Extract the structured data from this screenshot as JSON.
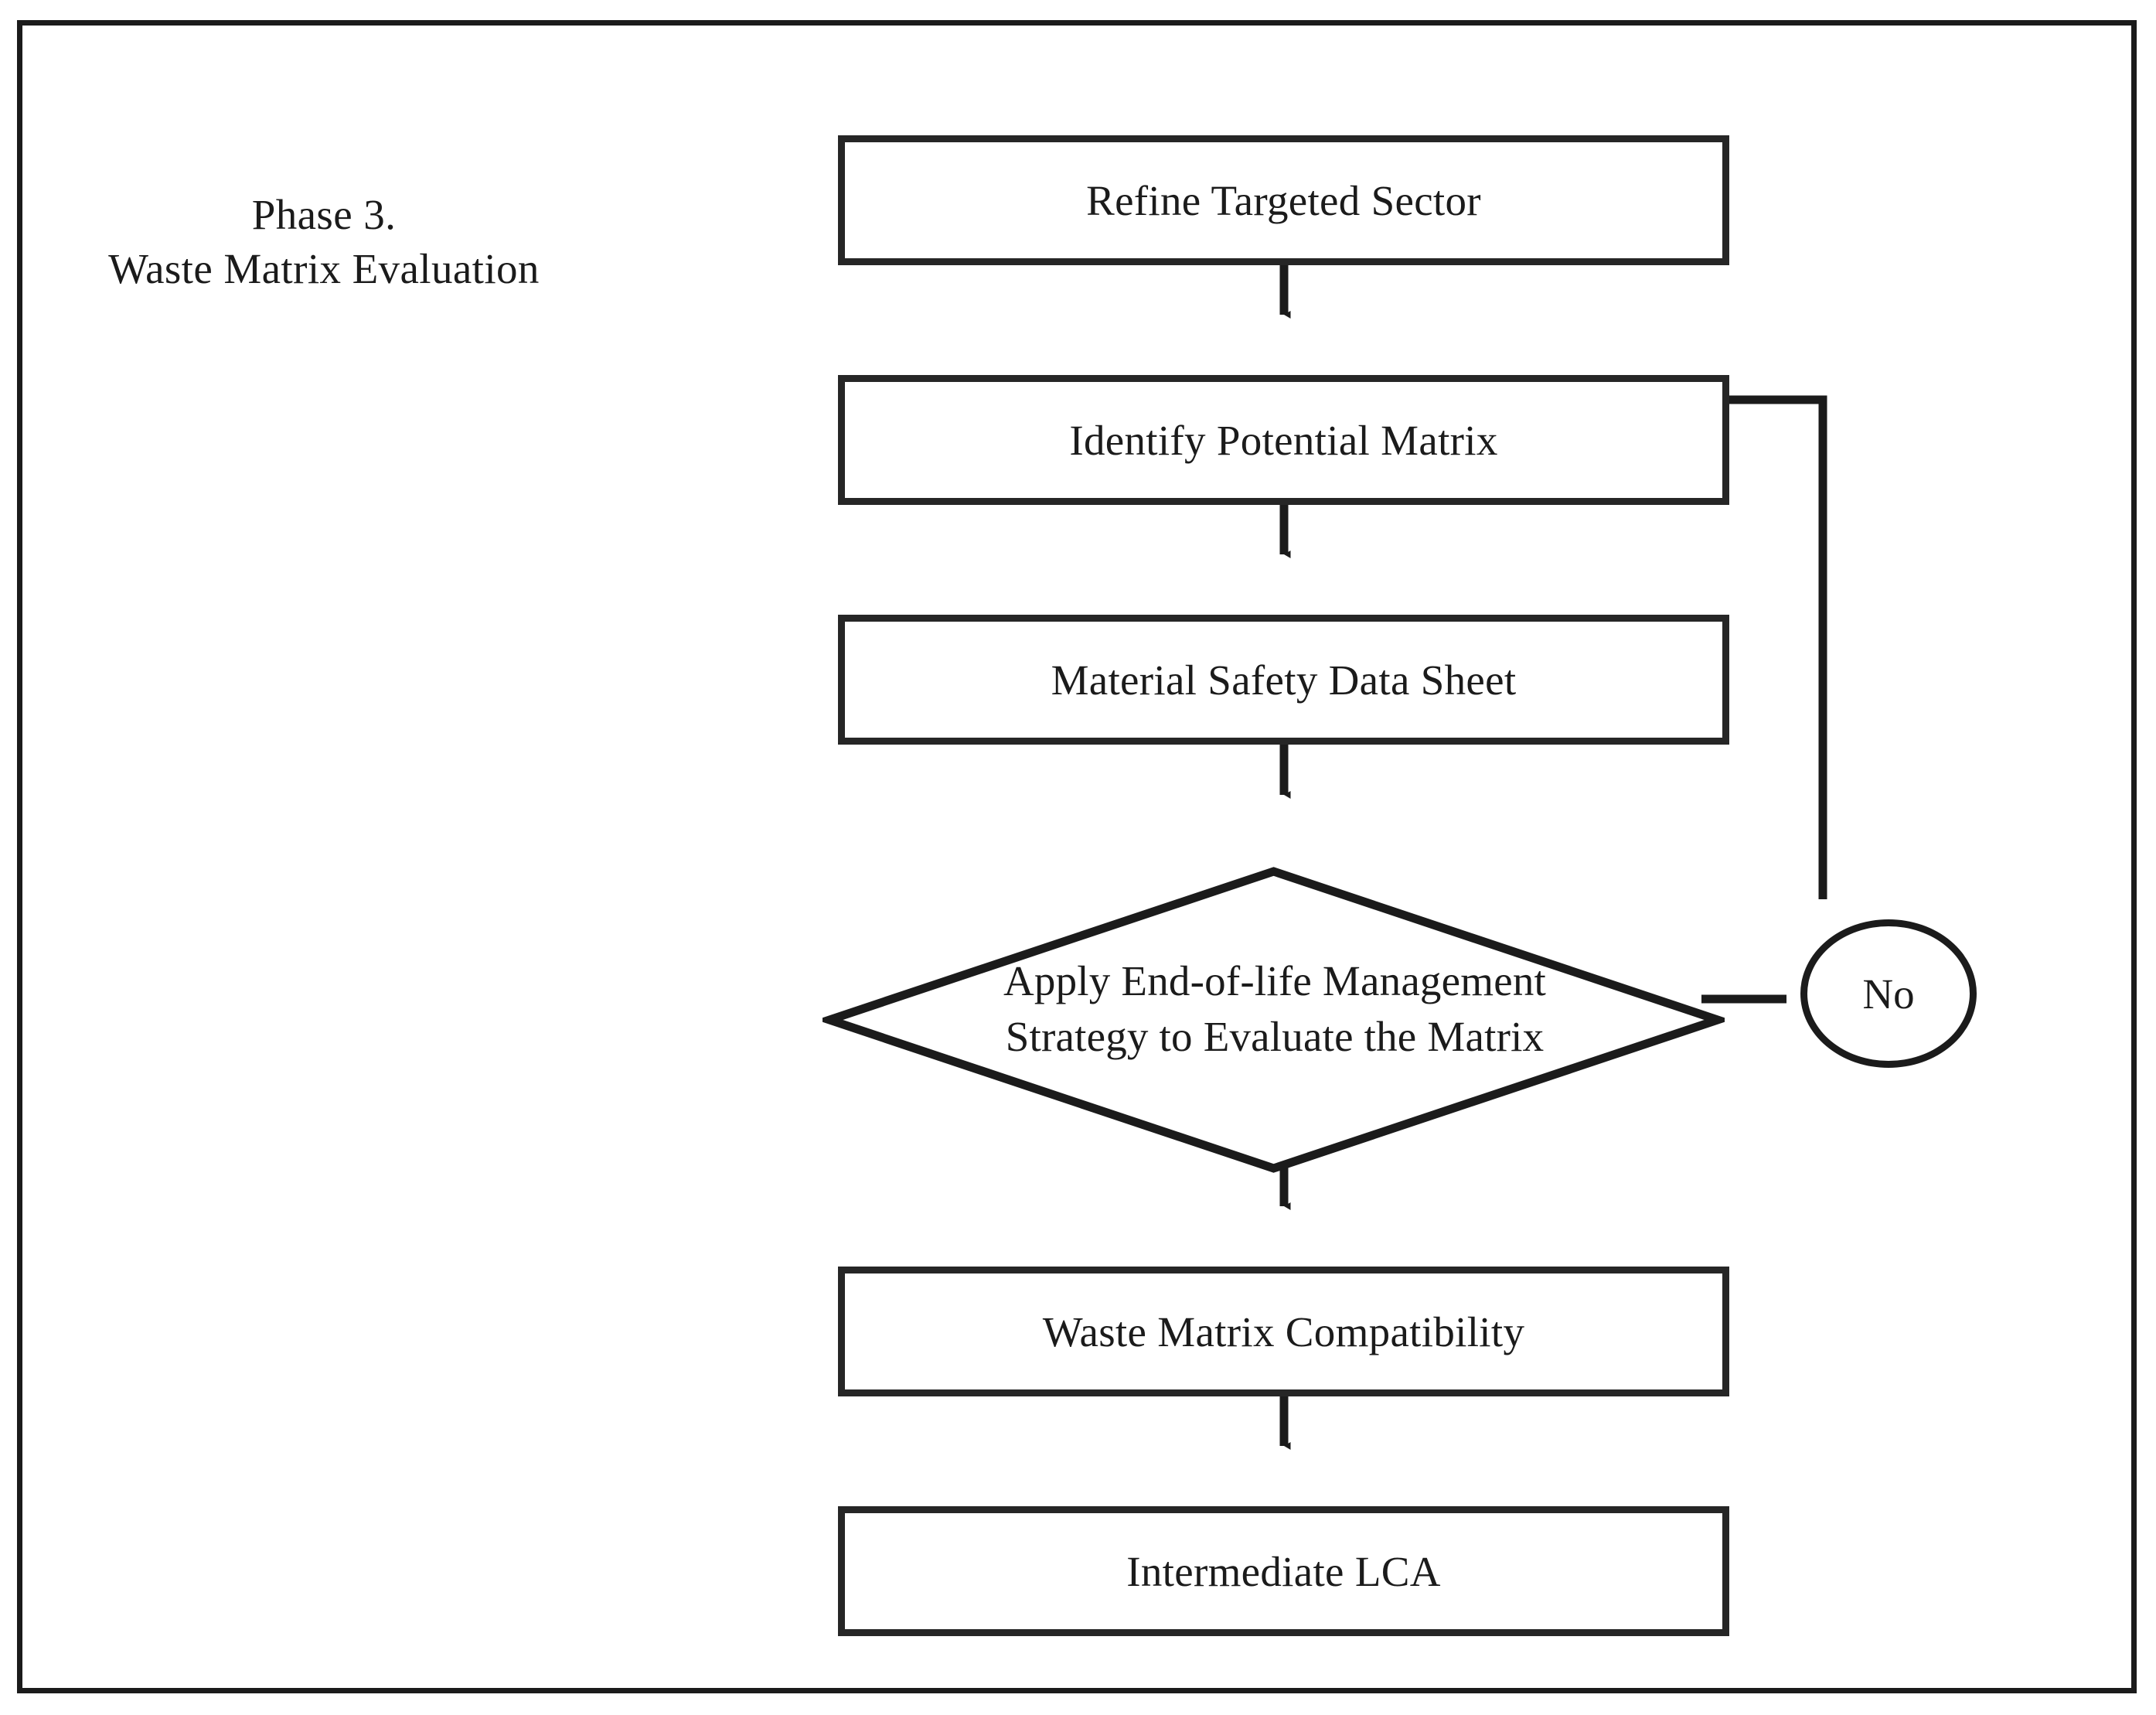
{
  "figure": {
    "type": "flowchart",
    "phase_caption": {
      "line1": "Phase 3.",
      "line2": "Waste Matrix Evaluation"
    },
    "nodes": [
      {
        "id": "refine",
        "shape": "rectangle",
        "label": "Refine Targeted Sector"
      },
      {
        "id": "identify",
        "shape": "rectangle",
        "label": "Identify Potential Matrix"
      },
      {
        "id": "msds",
        "shape": "rectangle",
        "label": "Material Safety Data Sheet"
      },
      {
        "id": "decision",
        "shape": "diamond",
        "label_line1": "Apply End-of-life Management",
        "label_line2": "Strategy to Evaluate the Matrix"
      },
      {
        "id": "no",
        "shape": "circle",
        "label": "No"
      },
      {
        "id": "compat",
        "shape": "rectangle",
        "label": "Waste Matrix Compatibility"
      },
      {
        "id": "lca",
        "shape": "rectangle",
        "label": "Intermediate LCA"
      }
    ],
    "edges": [
      {
        "from": "refine",
        "to": "identify",
        "label": "",
        "arrow": "down"
      },
      {
        "from": "identify",
        "to": "msds",
        "label": "",
        "arrow": "down"
      },
      {
        "from": "msds",
        "to": "decision",
        "label": "",
        "arrow": "down"
      },
      {
        "from": "decision",
        "to": "no",
        "label": "",
        "arrow": "none"
      },
      {
        "from": "no",
        "to": "identify",
        "label": "",
        "arrow": "left"
      },
      {
        "from": "decision",
        "to": "compat",
        "label": "",
        "arrow": "down"
      },
      {
        "from": "compat",
        "to": "lca",
        "label": "",
        "arrow": "down"
      }
    ],
    "colors": {
      "stroke": "#1b1b1b",
      "box_border": "#262626",
      "background": "#ffffff",
      "text": "#1b1b1b"
    }
  }
}
